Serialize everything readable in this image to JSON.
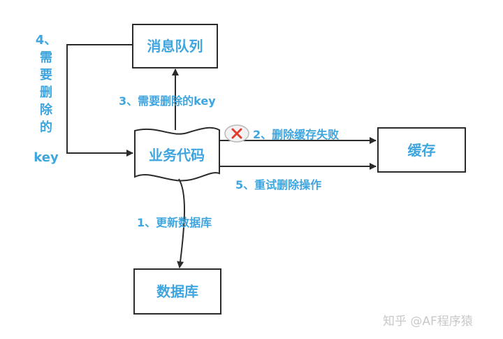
{
  "nodes": {
    "queue": "消息队列",
    "cache": "缓存",
    "service": "业务代码",
    "db": "数据库"
  },
  "edges": {
    "update_db": "1、更新数据库",
    "delete_fail": "2、删除缓存失败",
    "queue_key": "3、需要删除的key",
    "consume": [
      "4、",
      "需",
      "要",
      "删",
      "除",
      "的",
      "key"
    ],
    "retry": "5、重试删除操作"
  },
  "watermark": "知乎 @AF程序猿",
  "colors": {
    "text": "#3fa5de",
    "line": "#2b2b2b",
    "fail_mark": "#e23b2e",
    "watermark": "#c8c8c8"
  },
  "icons": {
    "fail_mark": "x-circle-icon"
  }
}
